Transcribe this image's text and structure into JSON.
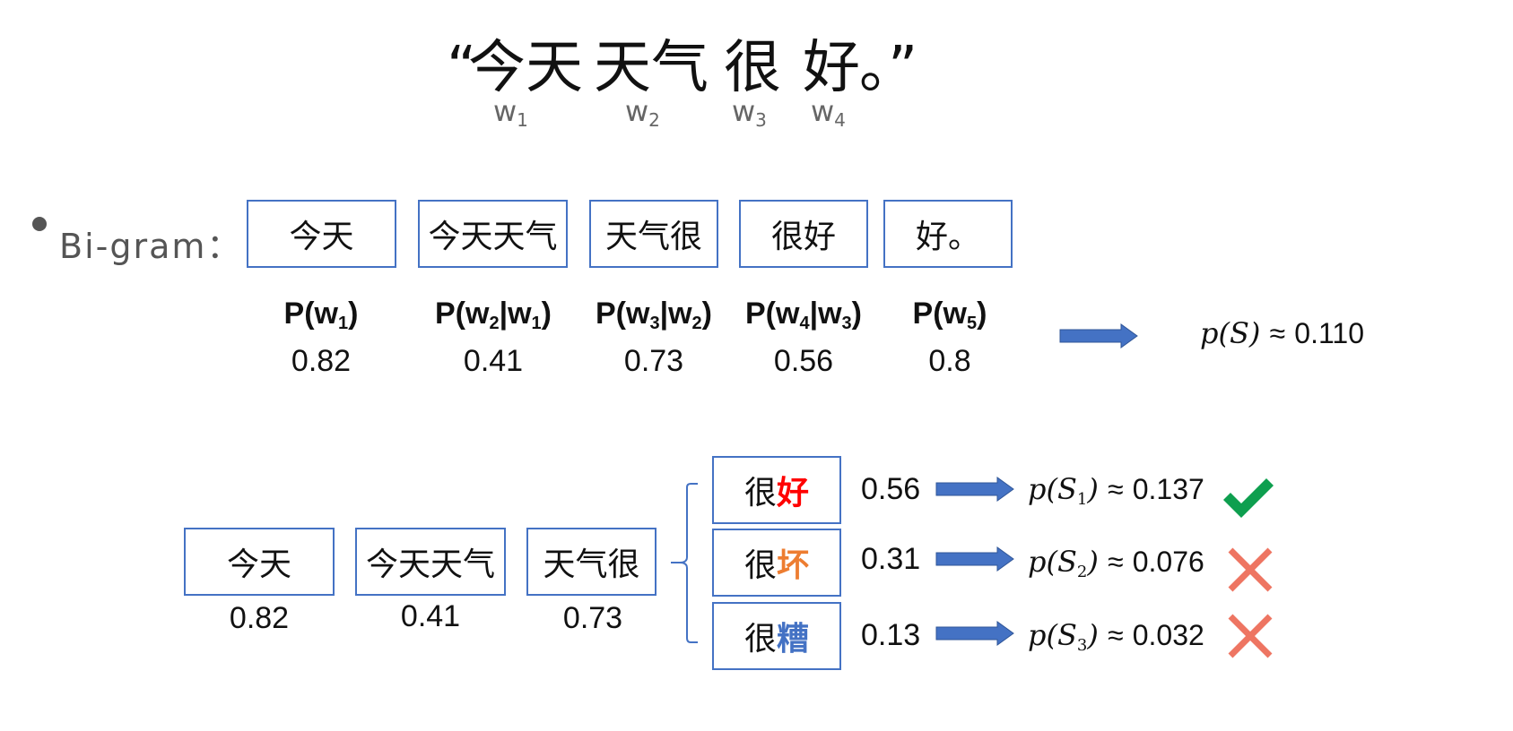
{
  "sentence": {
    "open_quote": "“",
    "words": [
      "今天",
      "天气",
      "很",
      "好"
    ],
    "end": "。”",
    "labels": [
      {
        "base": "w",
        "sub": "1"
      },
      {
        "base": "w",
        "sub": "2"
      },
      {
        "base": "w",
        "sub": "3"
      },
      {
        "base": "w",
        "sub": "4"
      }
    ]
  },
  "bigram": {
    "label": "Bi-gram：",
    "boxes": [
      "今天",
      "今天天气",
      "天气很",
      "很好",
      "好。"
    ],
    "probs": [
      {
        "pre": "P(w",
        "s1": "1",
        "mid": "",
        "s2": "",
        "post": ")"
      },
      {
        "pre": "P(w",
        "s1": "2",
        "mid": "|w",
        "s2": "1",
        "post": ")"
      },
      {
        "pre": "P(w",
        "s1": "3",
        "mid": "|w",
        "s2": "2",
        "post": ")"
      },
      {
        "pre": "P(w",
        "s1": "4",
        "mid": "|w",
        "s2": "3",
        "post": ")"
      },
      {
        "pre": "P(w",
        "s1": "5",
        "mid": "",
        "s2": "",
        "post": ")"
      }
    ],
    "values": [
      "0.82",
      "0.41",
      "0.73",
      "0.56",
      "0.8"
    ],
    "result": {
      "lhs": "p(S)",
      "approx": "≈",
      "value": "0.110"
    }
  },
  "comparison": {
    "boxes": [
      "今天",
      "今天天气",
      "天气很"
    ],
    "values": [
      "0.82",
      "0.41",
      "0.73"
    ],
    "candidates": [
      {
        "prefix": "很",
        "word": "好",
        "color": "#ff0000",
        "prob": "0.56",
        "sub": "1",
        "value": "0.137",
        "mark": "check"
      },
      {
        "prefix": "很",
        "word": "坏",
        "color": "#ed7d31",
        "prob": "0.31",
        "sub": "2",
        "value": "0.076",
        "mark": "cross"
      },
      {
        "prefix": "很",
        "word": "糟",
        "color": "#4472c4",
        "prob": "0.13",
        "sub": "3",
        "value": "0.032",
        "mark": "cross"
      }
    ]
  },
  "colors": {
    "box_border": "#4472c4",
    "arrow": "#4472c4",
    "check": "#0e9f4f",
    "cross": "#ee7562"
  }
}
